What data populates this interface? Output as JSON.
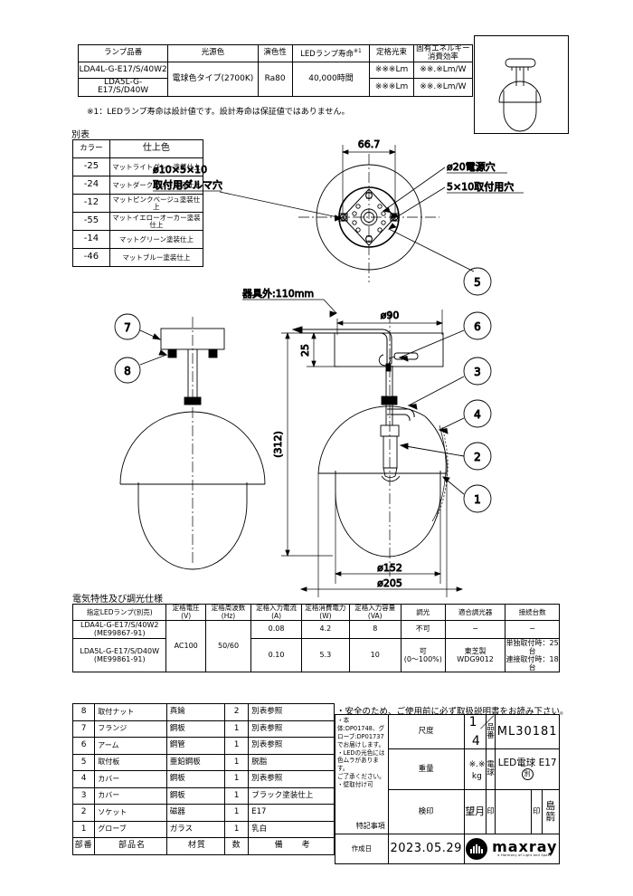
{
  "lamp_table": {
    "headers": [
      "ランプ品番",
      "光源色",
      "演色性",
      "LEDランプ寿命",
      "定格光束",
      "固有エネルギー消費効率"
    ],
    "header_sup": "※1",
    "rows": [
      {
        "model": "LDA4L-G-E17/S/40W2",
        "flux": "※※※Lm",
        "eff": "※※.※Lm/W"
      },
      {
        "model": "LDA5L-G-E17/S/D40W",
        "flux": "※※※Lm",
        "eff": "※※.※Lm/W"
      }
    ],
    "source_color": "電球色タイプ(2700K)",
    "cri": "Ra80",
    "life": "40,000時間",
    "note": "※1：LEDランプ寿命は設計値です。設計寿命は保証値ではありません。"
  },
  "color_table": {
    "title": "別表",
    "headers": [
      "カラー",
      "仕上色"
    ],
    "rows": [
      {
        "code": "-25",
        "finish": "マットライトグレー塗装仕上"
      },
      {
        "code": "-24",
        "finish": "マットダークグレー塗装仕上"
      },
      {
        "code": "-12",
        "finish": "マットピンクベージュ塗装仕上"
      },
      {
        "code": "-55",
        "finish": "マットイエローオーカー塗装仕上"
      },
      {
        "code": "-14",
        "finish": "マットグリーン塗装仕上"
      },
      {
        "code": "-46",
        "finish": "マットブルー塗装仕上"
      }
    ]
  },
  "drawing": {
    "dim_667": "66.7",
    "label_hole_dermal": "ø10×5×10",
    "label_hole_dermal2": "取付用ダルマ穴",
    "label_power_hole": "ø20電源穴",
    "label_mount_hole": "5×10取付用穴",
    "label_fixture_out": "器具外:110mm",
    "dim_d90": "ø90",
    "dim_25": "25",
    "dim_312": "(312)",
    "dim_d152": "ø152",
    "dim_d205": "ø205",
    "balloons": [
      "1",
      "2",
      "3",
      "4",
      "5",
      "6",
      "7",
      "8"
    ]
  },
  "electrical": {
    "title": "電気特性及び調光仕様",
    "headers": [
      "指定LEDランプ(別売)",
      "定格電圧\n(V)",
      "定格周波数\n(Hz)",
      "定格入力電流\n(A)",
      "定格消費電力\n(W)",
      "定格入力容量\n(VA)",
      "調光",
      "適合調光器",
      "接続台数"
    ],
    "header_lines": [
      [
        "指定LEDランプ(別売)",
        ""
      ],
      [
        "定格電圧",
        "(V)"
      ],
      [
        "定格周波数",
        "(Hz)"
      ],
      [
        "定格入力電流",
        "(A)"
      ],
      [
        "定格消費電力",
        "(W)"
      ],
      [
        "定格入力容量",
        "(VA)"
      ],
      [
        "調光",
        ""
      ],
      [
        "適合調光器",
        ""
      ],
      [
        "接続台数",
        ""
      ]
    ],
    "voltage": "AC100",
    "frequency": "50/60",
    "rows": [
      {
        "lamp_l1": "LDA4L-G-E17/S/40W2",
        "lamp_l2": "(ME99867-91)",
        "current": "0.08",
        "power": "4.2",
        "capacity": "8",
        "dimming": "不可",
        "dimmer": "−",
        "units": "−"
      },
      {
        "lamp_l1": "LDA5L-G-E17/S/D40W",
        "lamp_l2": "(ME99861-91)",
        "current": "0.10",
        "power": "5.3",
        "capacity": "10",
        "dimming_l1": "可",
        "dimming_l2": "(0〜100%)",
        "dimmer_l1": "東芝製",
        "dimmer_l2": "WDG9012",
        "units_l1": "単独取付時：25台",
        "units_l2": "連接取付時：18台"
      }
    ]
  },
  "bom": {
    "headers": [
      "部番",
      "部品名",
      "材質",
      "数",
      "備　　考"
    ],
    "rows": [
      {
        "no": "8",
        "name": "取付ナット",
        "material": "真鍮",
        "qty": "2",
        "remark": "別表参照"
      },
      {
        "no": "7",
        "name": "フランジ",
        "material": "鋼板",
        "qty": "1",
        "remark": "別表参照"
      },
      {
        "no": "6",
        "name": "アーム",
        "material": "鋼管",
        "qty": "1",
        "remark": "別表参照"
      },
      {
        "no": "5",
        "name": "取付板",
        "material": "亜鉛鋼板",
        "qty": "1",
        "remark": "脱脂"
      },
      {
        "no": "4",
        "name": "カバー",
        "material": "鋼板",
        "qty": "1",
        "remark": "別表参照"
      },
      {
        "no": "3",
        "name": "カバー",
        "material": "鋼板",
        "qty": "1",
        "remark": "ブラック塗装仕上"
      },
      {
        "no": "2",
        "name": "ソケット",
        "material": "磁器",
        "qty": "1",
        "remark": "E17"
      },
      {
        "no": "1",
        "name": "グローブ",
        "material": "ガラス",
        "qty": "1",
        "remark": "乳白"
      }
    ]
  },
  "title_block": {
    "safety_note": "・安全のため、ご使用前に必ず取扱説明書をお読み下さい。",
    "notes": [
      "・本体:DP01748、グローブ:DP01737",
      "  でお届けします。",
      "・LEDの光色には色ムラがあります。",
      "  ご了承ください。",
      "・壁取付け可"
    ],
    "special_label": "特記事項",
    "scale_label": "尺度",
    "scale_num": "1",
    "scale_den": "4",
    "hinban_label": "品番",
    "hinban": "ML30181",
    "weight_label": "重量",
    "weight": "※.※",
    "weight_unit": "kg",
    "bulb_label": "電球",
    "bulb": "LED電球 E17",
    "bulb_seal": "別",
    "check_label": "検印",
    "checker": "望月",
    "stamp1": "印",
    "stamp2": "印",
    "approver": "島箭",
    "date_label": "作成日",
    "date": "2023.05.29",
    "logo": "maxray",
    "logo_sub": "a Harmony of Light and Space"
  }
}
